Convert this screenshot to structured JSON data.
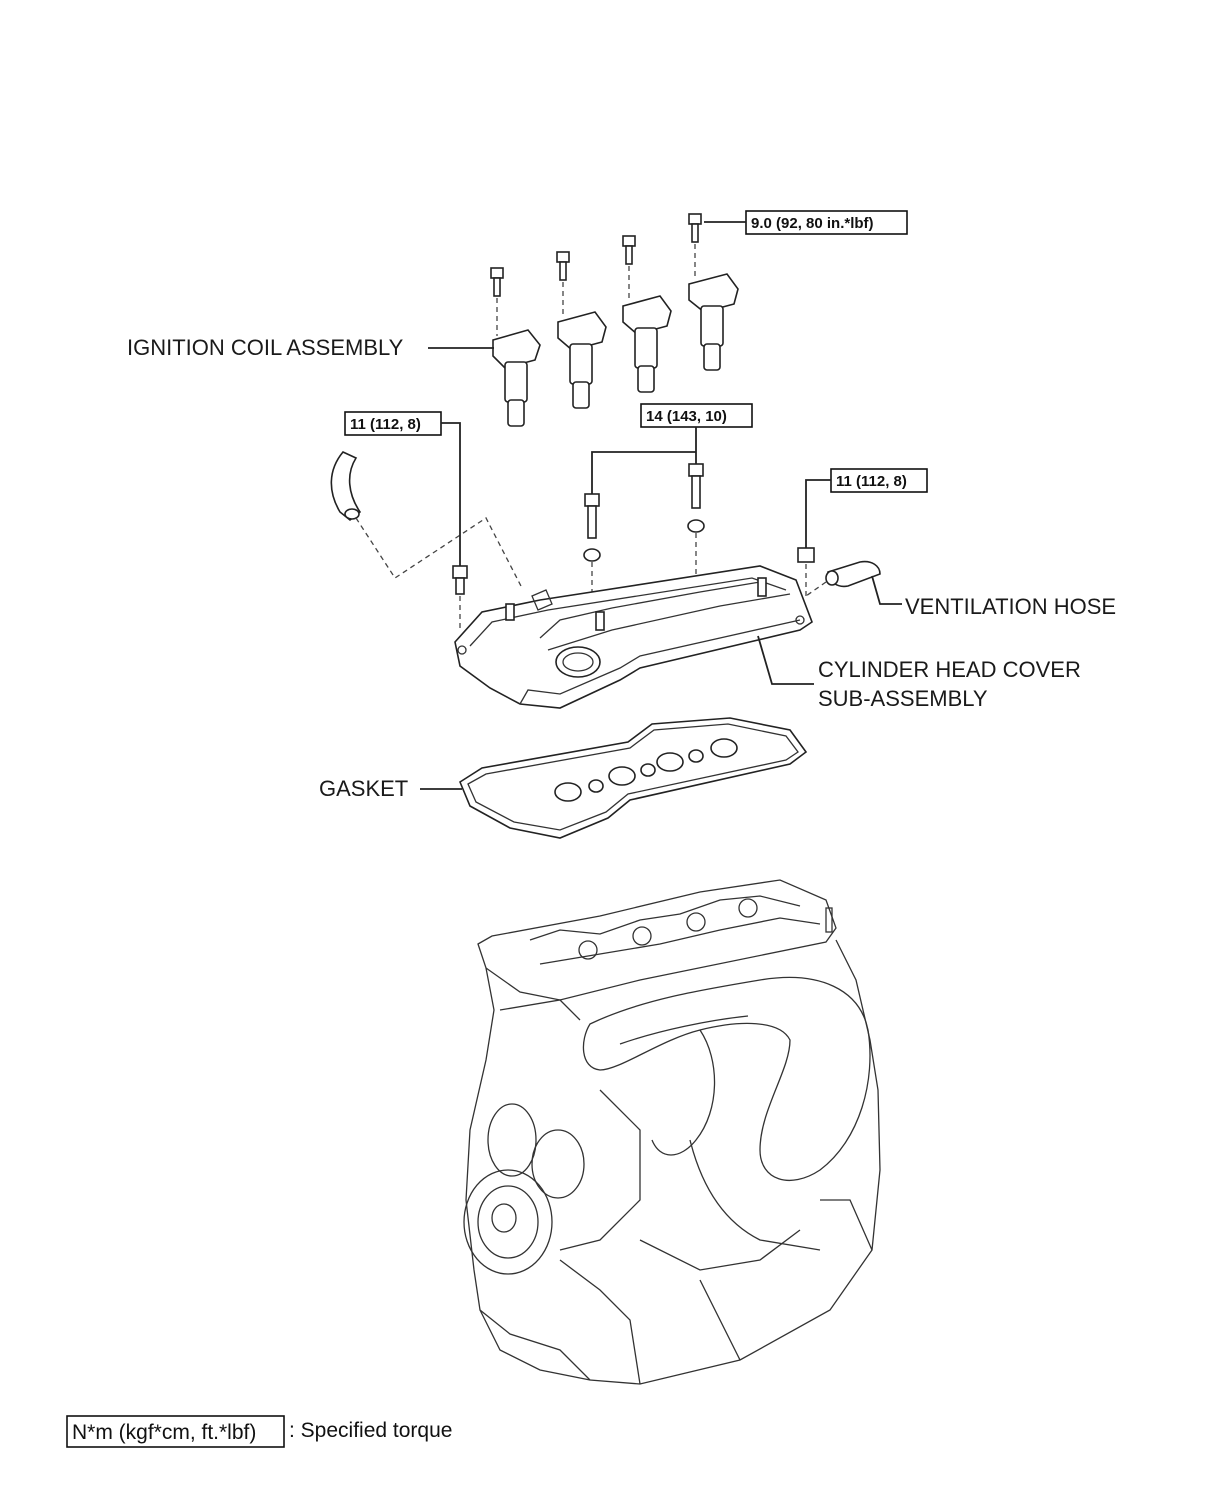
{
  "labels": {
    "ignition_coil": "IGNITION COIL ASSEMBLY",
    "ventilation_hose": "VENTILATION HOSE",
    "cylinder_head_cover_1": "CYLINDER HEAD COVER",
    "cylinder_head_cover_2": "SUB-ASSEMBLY",
    "gasket": "GASKET"
  },
  "torques": {
    "coil_bolt": "9.0 (92, 80 in.*lbf)",
    "hose_left": "11 (112, 8)",
    "cover_bolts": "14 (143, 10)",
    "hose_right": "11 (112, 8)"
  },
  "legend": {
    "unit": "N*m (kgf*cm, ft.*lbf)",
    "description": ": Specified torque"
  }
}
